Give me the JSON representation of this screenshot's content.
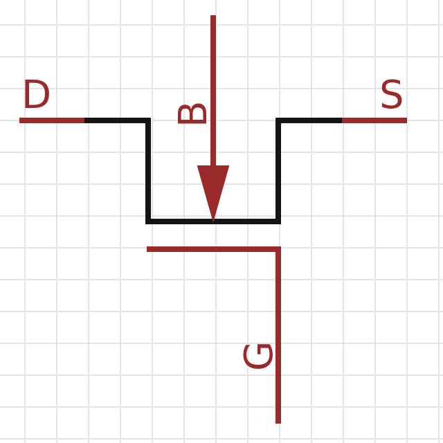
{
  "colors": {
    "background": "#ffffff",
    "grid": "#e4e4e4",
    "pin": "#9a2a2a",
    "body": "#141414"
  },
  "pins": {
    "drain": "D",
    "source": "S",
    "bulk": "B",
    "gate": "G"
  }
}
